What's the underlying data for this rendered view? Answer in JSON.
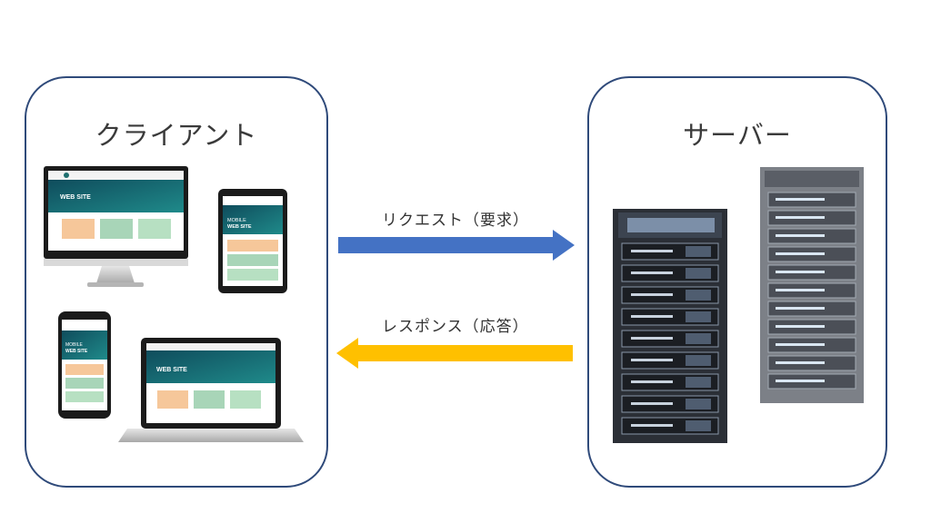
{
  "client": {
    "title": "クライアント"
  },
  "server": {
    "title": "サーバー"
  },
  "request": {
    "label": "リクエスト（要求）",
    "color": "#4472c4"
  },
  "response": {
    "label": "レスポンス（応答）",
    "color": "#ffc000"
  },
  "devices": {
    "monitor_hero": "WEB SITE",
    "laptop_hero": "WEB SITE",
    "tablet_hero": "MOBILE WEB SITE",
    "phone_hero": "MOBILE WEB SITE",
    "mobile_line1": "MOBILE",
    "mobile_line2": "WEB SITE"
  }
}
